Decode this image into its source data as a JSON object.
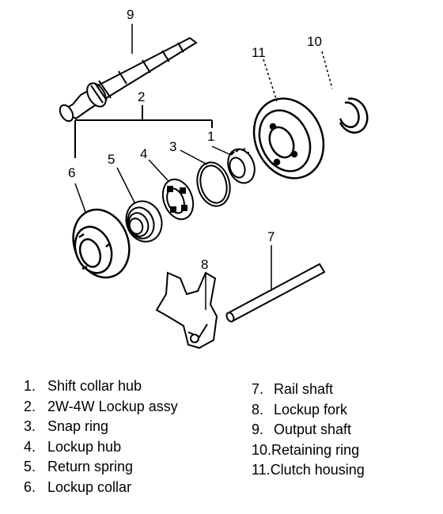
{
  "callouts": {
    "c1": "1",
    "c2": "2",
    "c3": "3",
    "c4": "4",
    "c5": "5",
    "c6": "6",
    "c7": "7",
    "c8": "8",
    "c9": "9",
    "c10": "10",
    "c11": "11"
  },
  "legend": {
    "left": [
      {
        "num": "1.",
        "label": "Shift collar hub"
      },
      {
        "num": "2.",
        "label": "2W-4W Lockup assy"
      },
      {
        "num": "3.",
        "label": "Snap ring"
      },
      {
        "num": "4.",
        "label": "Lockup hub"
      },
      {
        "num": "5.",
        "label": "Return spring"
      },
      {
        "num": "6.",
        "label": "Lockup collar"
      }
    ],
    "right": [
      {
        "num": "7.",
        "label": "Rail shaft"
      },
      {
        "num": "8.",
        "label": "Lockup fork"
      },
      {
        "num": "9.",
        "label": "Output shaft"
      },
      {
        "num": "10.",
        "label": "Retaining ring"
      },
      {
        "num": "11.",
        "label": "Clutch housing"
      }
    ]
  }
}
